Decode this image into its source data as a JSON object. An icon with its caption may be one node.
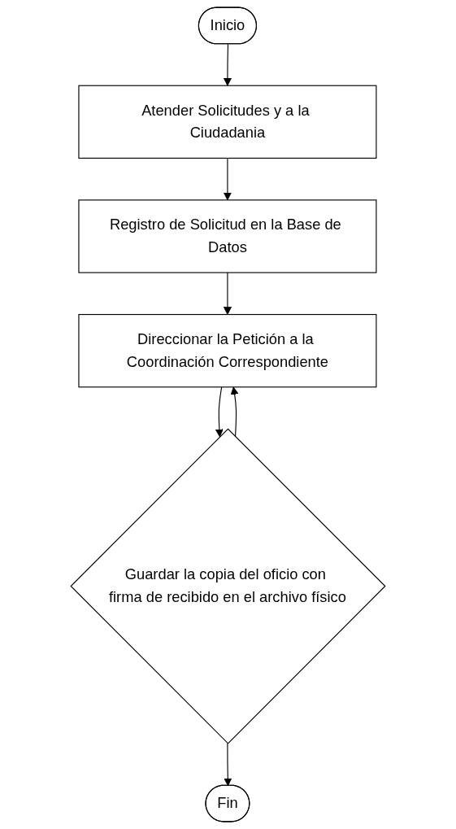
{
  "diagram": {
    "nodes": [
      {
        "text": [
          "Inicio"
        ]
      },
      {
        "text": [
          "Atender Solicitudes y a la Ciudadania"
        ]
      },
      {
        "text": [
          "Registro de Solicitud en la Base de Datos"
        ]
      },
      {
        "text": [
          "Direccionar la Petición a la Coordinación Correspondiente"
        ]
      },
      {
        "text": [
          "Guardar la copia del oficio con firma de recibido en el archivo físico"
        ]
      },
      {
        "text": [
          "Fin"
        ]
      }
    ],
    "edges": [
      {
        "from": 0,
        "to": 1,
        "arrow": "to"
      },
      {
        "from": 1,
        "to": 2,
        "arrow": "to"
      },
      {
        "from": 2,
        "to": 3,
        "arrow": "to"
      },
      {
        "from": 3,
        "to": 4,
        "arrow": "to"
      },
      {
        "from": 4,
        "to": 3,
        "arrow": "to"
      },
      {
        "from": 4,
        "to": 5,
        "arrow": "to"
      }
    ]
  }
}
